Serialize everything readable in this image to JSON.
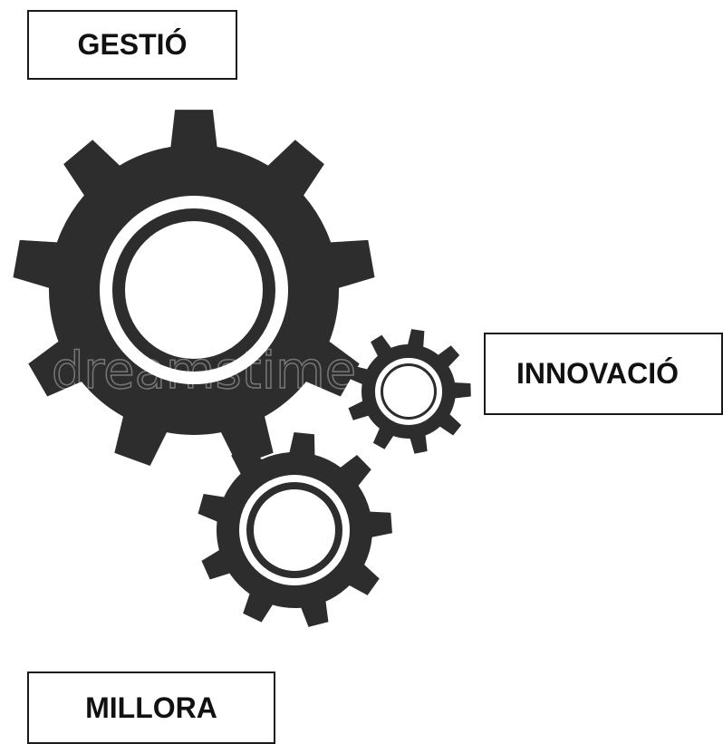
{
  "labels": {
    "top": "GESTIÓ",
    "right": "INNOVACIÓ",
    "bottom": "MILLORA"
  },
  "watermark": "dreamstime",
  "colors": {
    "gear": "#2d2d2d",
    "background": "#ffffff",
    "border": "#1a1a1a"
  },
  "icons": [
    "large-gear-icon",
    "small-gear-icon",
    "medium-gear-icon"
  ]
}
